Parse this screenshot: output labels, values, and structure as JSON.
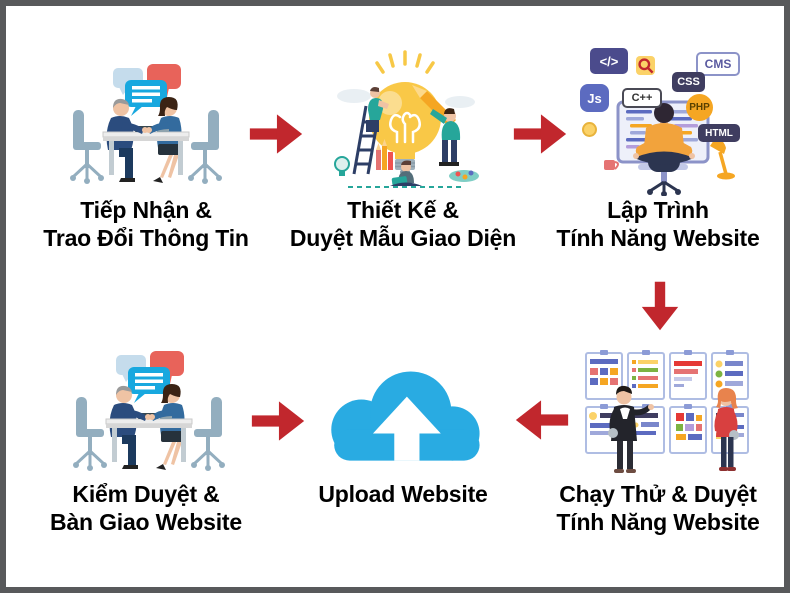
{
  "colors": {
    "arrow": "#c1272d",
    "cloud": "#29abe2",
    "border": "#58595b",
    "text": "#000000"
  },
  "steps": [
    {
      "id": "intake",
      "line1": "Tiếp Nhận &",
      "line2": "Trao Đổi Thông Tin"
    },
    {
      "id": "design",
      "line1": "Thiết Kế &",
      "line2": "Duyệt Mẫu Giao Diện"
    },
    {
      "id": "develop",
      "line1": "Lập Trình",
      "line2": "Tính Năng Website"
    },
    {
      "id": "review",
      "line1": "Kiểm Duyệt &",
      "line2": "Bàn Giao Website"
    },
    {
      "id": "upload",
      "line1": "Upload Website",
      "line2": ""
    },
    {
      "id": "test",
      "line1": "Chạy Thử & Duyệt",
      "line2": "Tính Năng Website"
    }
  ],
  "code_badges": {
    "code_tag": "</>",
    "js": "Js",
    "cpp": "C++",
    "css": "CSS",
    "cms": "CMS",
    "php": "PHP",
    "html": "HTML"
  }
}
